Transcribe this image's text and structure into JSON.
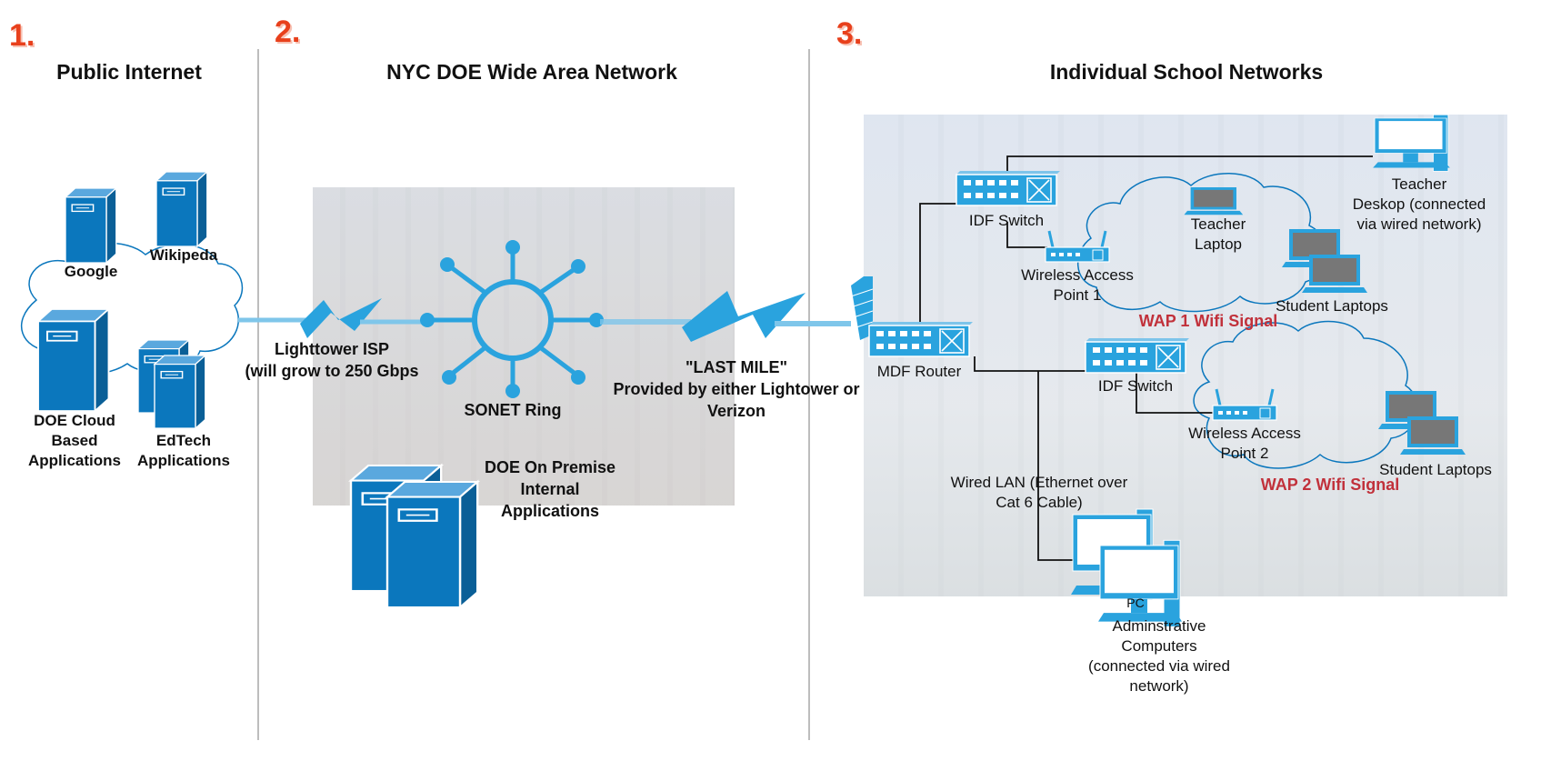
{
  "sections": {
    "s1": {
      "number": "1.",
      "title": "Public Internet"
    },
    "s2": {
      "number": "2.",
      "title": "NYC DOE Wide Area Network"
    },
    "s3": {
      "number": "3.",
      "title": "Individual School Networks"
    }
  },
  "labels": {
    "google": "Google",
    "wikipedia": "Wikipeda",
    "doe_cloud": [
      "DOE Cloud",
      "Based",
      "Applications"
    ],
    "edtech": [
      "EdTech",
      "Applications"
    ],
    "lighttower_isp": [
      "Lighttower ISP",
      "(will grow to 250 Gbps"
    ],
    "sonet_ring": "SONET Ring",
    "doe_on_premise": [
      "DOE On Premise",
      "Internal",
      "Applications"
    ],
    "last_mile": [
      "\"LAST MILE\"",
      "Provided by either Lightower or",
      "Verizon"
    ],
    "idf_switch_1": "IDF Switch",
    "idf_switch_2": "IDF Switch",
    "mdf_router": "MDF Router",
    "wap1": [
      "Wireless Access",
      "Point 1"
    ],
    "wap2": [
      "Wireless Access",
      "Point 2"
    ],
    "teacher_laptop": [
      "Teacher",
      "Laptop"
    ],
    "teacher_desktop": [
      "Teacher",
      "Deskop (connected",
      "via wired network)"
    ],
    "student_laptops_1": "Student Laptops",
    "student_laptops_2": "Student Laptops",
    "wap1_signal": "WAP 1 Wifi Signal",
    "wap2_signal": "WAP 2 Wifi Signal",
    "wired_lan": [
      "Wired LAN (Ethernet over",
      "Cat 6 Cable)"
    ],
    "admin_computers": [
      "Adminstrative",
      "Computers",
      "(connected via wired",
      "network)"
    ],
    "pc_tag": "PC"
  },
  "colors": {
    "server_blue": "#0b77bd",
    "device_blue": "#2aa3de",
    "link_blue": "#7fc6ea",
    "section_number": "#e8401c",
    "signal_red": "#c1313b",
    "divider": "#bdbdbd"
  }
}
